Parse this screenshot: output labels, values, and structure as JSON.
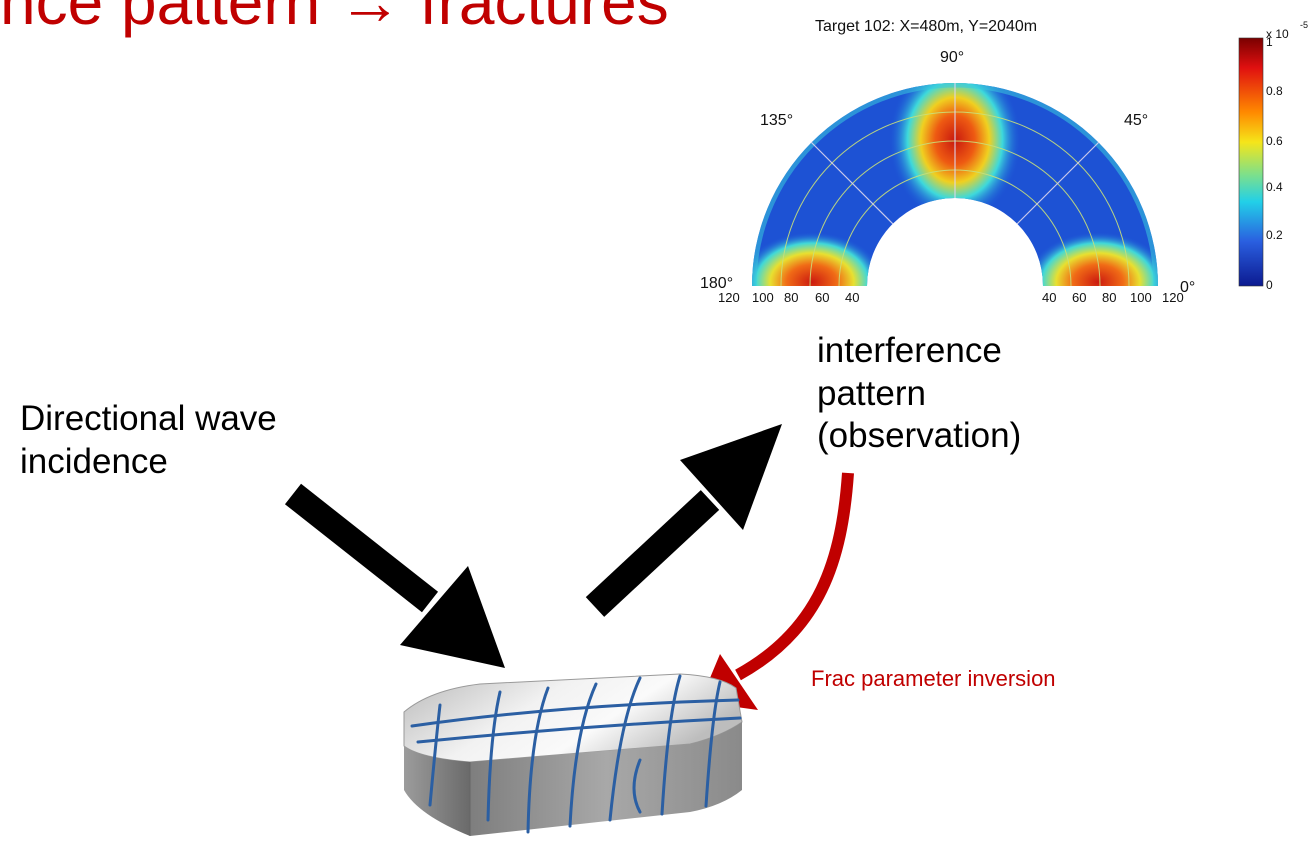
{
  "slide": {
    "title": "nce pattern → fractures",
    "left_label": "Directional wave incidence",
    "observation_label": "interference pattern (observation)",
    "inversion_label": "Frac parameter inversion"
  },
  "polar_plot": {
    "title": "Target 102: X=480m, Y=2040m",
    "angle_labels": {
      "a90": "90°",
      "a135": "135°",
      "a45": "45°",
      "a180": "180°",
      "a0": "0°"
    },
    "radial_ticks_left": [
      "120",
      "100",
      "80",
      "60",
      "40"
    ],
    "radial_ticks_right": [
      "40",
      "60",
      "80",
      "100",
      "120"
    ],
    "colorbar_ticks": [
      "1",
      "0.8",
      "0.6",
      "0.4",
      "0.2",
      "0"
    ],
    "colorbar_scale": "x 10",
    "colorbar_exponent": "-5",
    "colors": {
      "low": "#1a4fd6",
      "mid": "#2fd0e0",
      "high": "#d8261a"
    }
  },
  "colors": {
    "title_red": "#c00000",
    "arrow_black": "#000000",
    "fracture_blue": "#2b5fa3"
  }
}
